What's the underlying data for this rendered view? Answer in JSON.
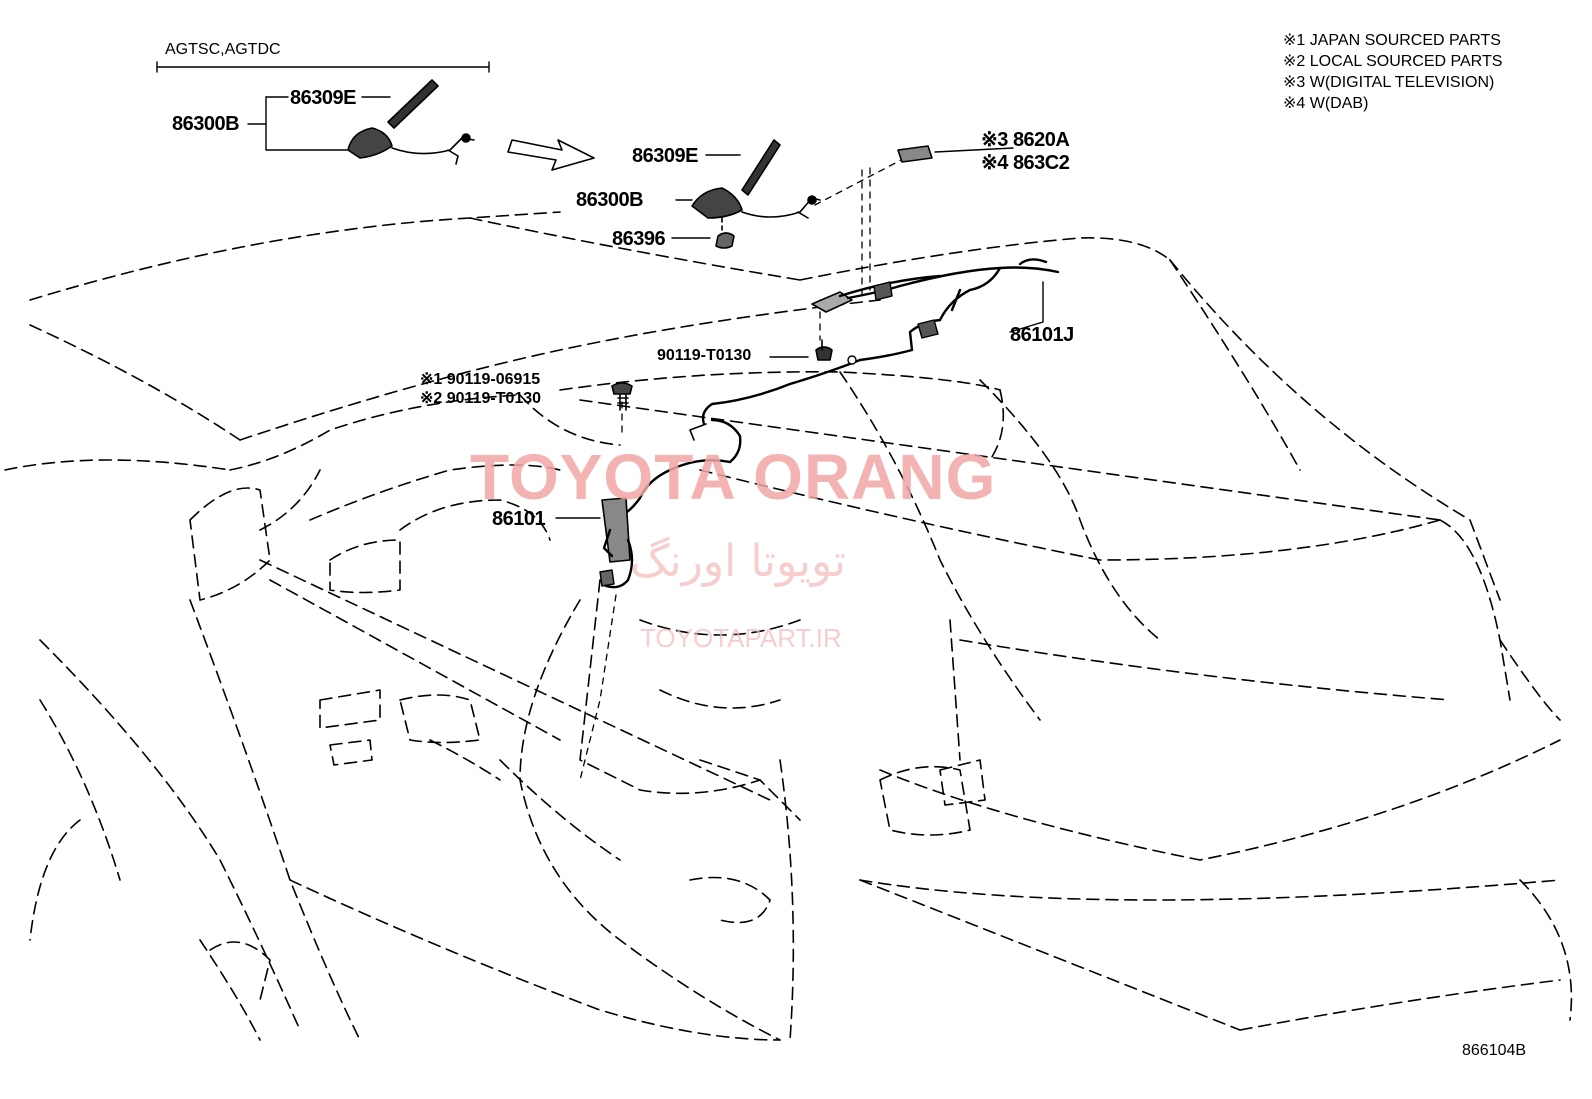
{
  "diagram": {
    "variant_label": "AGTSC,AGTDC",
    "notes": [
      "※1 JAPAN SOURCED PARTS",
      "※2 LOCAL SOURCED PARTS",
      "※3 W(DIGITAL TELEVISION)",
      "※4 W(DAB)"
    ],
    "parts": {
      "p86300b_top": "86300B",
      "p86309e_top": "86309E",
      "p86309e": "86309E",
      "p86300b": "86300B",
      "p86396": "86396",
      "p8620a": "※3 8620A",
      "p863c2": "※4 863C2",
      "p86101j": "86101J",
      "p90119_t0130": "90119-T0130",
      "p90119_06915": "※1 90119-06915",
      "p90119_t0130_local": "※2 90119-T0130",
      "p86101": "86101"
    },
    "figure_code": "866104B",
    "watermark": {
      "brand": "TOYOTA ORANG",
      "brand_fa": "تویوتا اورنگ",
      "site": "TOYOTAPART.IR"
    },
    "colors": {
      "line": "#000000",
      "watermark": "#f3a6a6"
    }
  }
}
